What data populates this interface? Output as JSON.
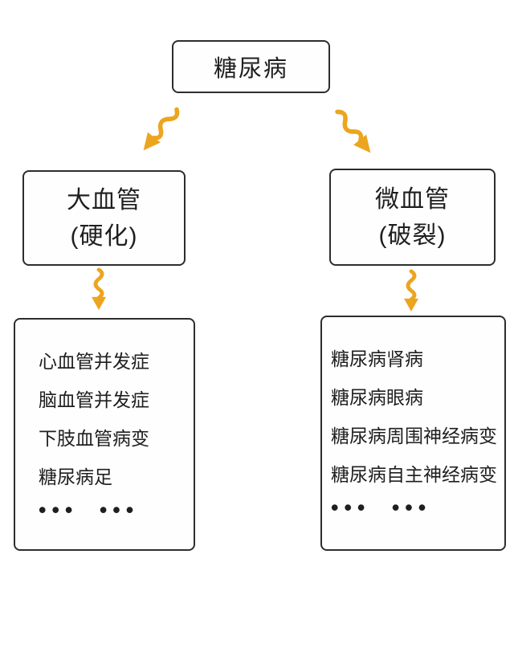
{
  "root_node": {
    "label": "糖尿病"
  },
  "branches": [
    {
      "name": "大血管",
      "annotation": "(硬化)",
      "complications": [
        "心血管并发症",
        "脑血管并发症",
        "下肢血管病变",
        "糖尿病足",
        "••• •••"
      ]
    },
    {
      "name": "微血管",
      "annotation": "(破裂)",
      "complications": [
        "糖尿病肾病",
        "糖尿病眼病",
        "糖尿病周围神经病变",
        "糖尿病自主神经病变",
        "••• •••"
      ]
    }
  ],
  "icons": {
    "branch_left_connector": "wavy-arrow-down-left",
    "branch_right_connector": "wavy-arrow-down-right",
    "flow_connector": "wavy-arrow-down"
  },
  "colors": {
    "arrow": "#ECA51F",
    "box_border": "#2d2d2d",
    "text": "#1f1f1f",
    "background": "#ffffff"
  }
}
